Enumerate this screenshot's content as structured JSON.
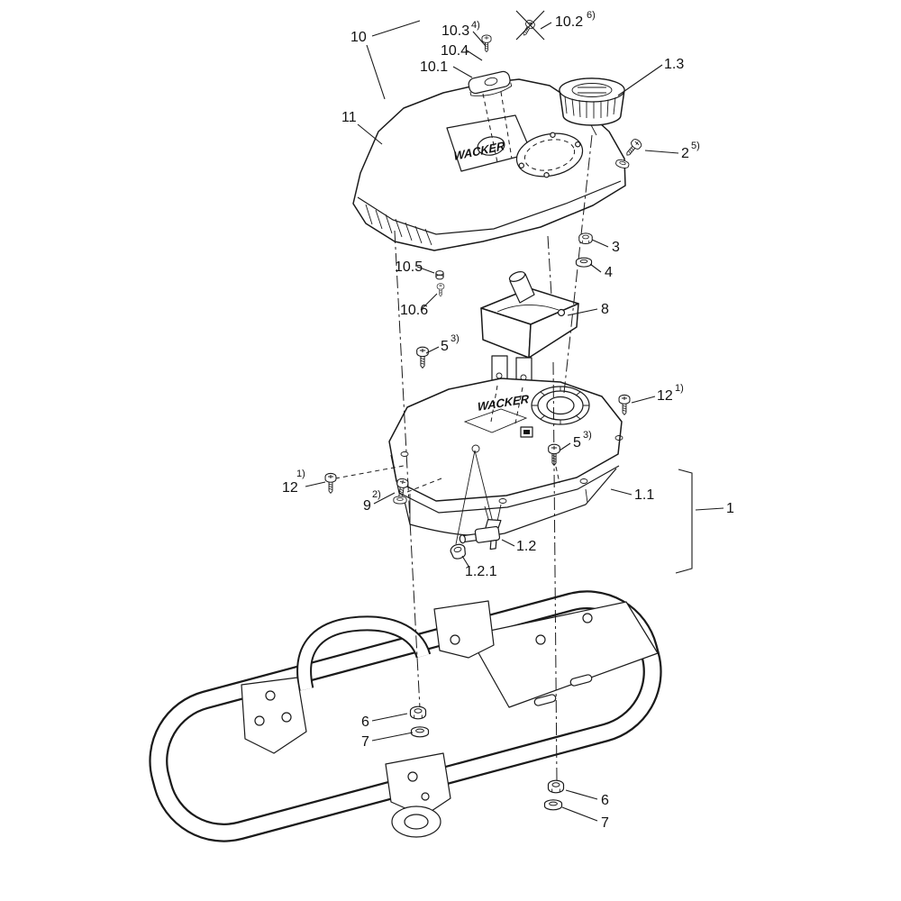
{
  "diagram": {
    "background": "#ffffff",
    "line_color": "#1a1a1a",
    "brand": "WACKER",
    "callouts": {
      "c10": {
        "label": "10"
      },
      "c10_1": {
        "label": "10.1"
      },
      "c10_2": {
        "label": "10.2",
        "sup": "6)"
      },
      "c10_3": {
        "label": "10.3",
        "sup": "4)"
      },
      "c10_4": {
        "label": "10.4"
      },
      "c10_5": {
        "label": "10.5"
      },
      "c10_6": {
        "label": "10.6"
      },
      "c11": {
        "label": "11"
      },
      "c1_3": {
        "label": "1.3"
      },
      "c2": {
        "label": "2",
        "sup": "5)"
      },
      "c3": {
        "label": "3"
      },
      "c4": {
        "label": "4"
      },
      "c8": {
        "label": "8"
      },
      "c5a": {
        "label": "5",
        "sup": "3)"
      },
      "c5b": {
        "label": "5",
        "sup": "3)"
      },
      "c12a": {
        "label": "12",
        "sup": "1)"
      },
      "c12b": {
        "label": "12",
        "sup": "1)"
      },
      "c9": {
        "label": "9",
        "sup": "2)"
      },
      "c1": {
        "label": "1"
      },
      "c1_1": {
        "label": "1.1"
      },
      "c1_2": {
        "label": "1.2"
      },
      "c1_2_1": {
        "label": "1.2.1"
      },
      "c6a": {
        "label": "6"
      },
      "c7a": {
        "label": "7"
      },
      "c6b": {
        "label": "6"
      },
      "c7b": {
        "label": "7"
      }
    }
  }
}
